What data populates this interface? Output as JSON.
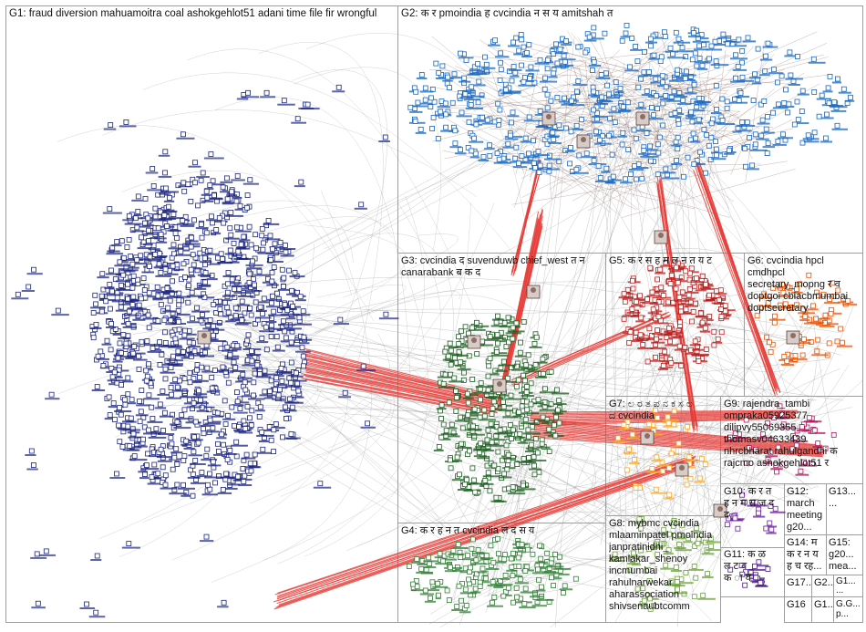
{
  "groups": [
    {
      "id": "G1",
      "label": "G1: fraud diversion mahuamoitra coal ashokgehlot51 adani time file fir wrongful",
      "color": "#1a237e"
    },
    {
      "id": "G2",
      "label": "G2: क र pmoindia ह cvcindia न स य amitshah त",
      "color": "#1565c0"
    },
    {
      "id": "G3",
      "label_lines": [
        "G3: cvcindia द suvenduwb chief_west त न",
        "canarabank ब क द"
      ],
      "color": "#1b5e20"
    },
    {
      "id": "G4",
      "label": "G4: क र ह न त cvcindia ल द स य",
      "color": "#2e7d32"
    },
    {
      "id": "G5",
      "label": "G5: क र स ह म ल न त य ट",
      "color": "#b71c1c"
    },
    {
      "id": "G6",
      "label_lines": [
        "G6: cvcindia hpcl",
        "cmdhpcl",
        "secretary_mopng र व",
        "doptgoi cbiacbmumbai",
        "doptsecretary"
      ],
      "color": "#e65100"
    },
    {
      "id": "G7",
      "label_lines": [
        "G7: ಲ ರ ತ ಪ ನ ಕ ಸ ಲ",
        "ದ cvcindia"
      ],
      "color": "#f9a825"
    },
    {
      "id": "G8",
      "label_lines": [
        "G8: mybmc cvcindia",
        "mlaaminpatel pmoindia",
        "janpratinidhi_",
        "kamlakar_shenoy",
        "incmumbai",
        "rahulnarwekar",
        "aharassociation",
        "shivsenaubtcomm"
      ],
      "color": "#689f38"
    },
    {
      "id": "G9",
      "label_lines": [
        "G9: rajendra_tambi",
        "ompraka05925377",
        "dilipvy55069355",
        "thomasv04633439",
        "nhrcbharat rahulgandhi क",
        "rajcmo ashokgehlot51 र"
      ],
      "color": "#ad1457"
    },
    {
      "id": "G10",
      "label_lines": [
        "G10: क र त",
        "ह न म स ज द",
        "द"
      ],
      "color": "#6a1b9a"
    },
    {
      "id": "G11",
      "label_lines": [
        "G11: क ळ",
        "ल ट व",
        "क ा व"
      ],
      "color": "#4a148c"
    },
    {
      "id": "G12",
      "label_lines": [
        "G12:",
        "march",
        "meeting",
        "g20..."
      ],
      "color": "#283593"
    },
    {
      "id": "G13",
      "label_lines": [
        "G13...",
        "..."
      ],
      "color": "#00695c"
    },
    {
      "id": "G14",
      "label_lines": [
        "G14: म",
        "क र न य",
        "ह च रह..."
      ],
      "color": "#6d4c41"
    },
    {
      "id": "G15",
      "label_lines": [
        "G15:",
        "g20...",
        "mea..."
      ],
      "color": "#0277bd"
    },
    {
      "id": "G16",
      "label": "G16",
      "color": "#795548"
    },
    {
      "id": "G17",
      "label": "G17...",
      "color": "#9e9d24"
    },
    {
      "id": "G2b",
      "label": "G2...",
      "color": "#1565c0"
    },
    {
      "id": "G1b",
      "label_lines": [
        "G1...",
        "..."
      ],
      "color": "#1a237e"
    },
    {
      "id": "Gx1",
      "label": "G1...",
      "color": "#37474f"
    },
    {
      "id": "Gx2",
      "label_lines": [
        "G.G...",
        "p..."
      ],
      "color": "#37474f"
    }
  ],
  "colors": {
    "g1_node": "#1a237e",
    "g2_node": "#1565c0",
    "g3_node": "#1b5e20",
    "g5_node": "#b71c1c",
    "g6_node": "#e65100",
    "g7_node": "#f9a825",
    "edge_red": "#e53935",
    "edge_grey": "#9e9e9e",
    "edge_brown": "#8d6e63",
    "frame": "#9e9e9e",
    "background": "#ffffff"
  },
  "icons": [
    "user-avatar-icon",
    "network-node-icon"
  ]
}
